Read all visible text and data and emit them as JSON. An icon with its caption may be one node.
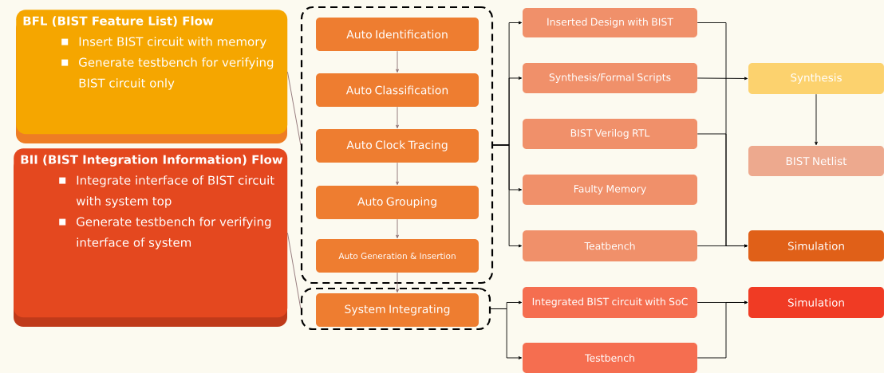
{
  "diagram": {
    "nodes": [
      {
        "text": [
          "BFL (BIST Feature List) Flow",
          "Insert BIST circuit with memory",
          "Generate testbench for verifying BIST circuit only"
        ]
      },
      {
        "text": [
          "BII (BIST Integration Information) Flow",
          "Integrate interface of BIST circuit with system top",
          "Generate testbench for verifying interface of system"
        ]
      },
      {
        "text": [],
        "shape": "box"
      },
      {
        "text": [
          "Auto Identification"
        ],
        "in": 2
      },
      {
        "text": [
          "Auto Classification"
        ],
        "in": 2
      },
      {
        "text": [
          "Auto Clock Tracing"
        ],
        "in": 2
      },
      {
        "text": [
          "Auto Grouping"
        ],
        "in": 2
      },
      {
        "text": [
          "Auto Generation & Insertion"
        ],
        "in": 2
      },
      {
        "text": [],
        "shape": "box"
      },
      {
        "text": [
          "System Integrating"
        ],
        "in": 8
      },
      {
        "text": [
          "Inserted Design with BIST"
        ]
      },
      {
        "text": [
          "Synthesis/Formal Scripts"
        ]
      },
      {
        "text": [
          "BIST Verilog RTL"
        ]
      },
      {
        "text": [
          "Faulty Memory"
        ]
      },
      {
        "text": [
          "Teatbench"
        ]
      },
      {
        "text": [
          "Integrated BIST circuit with SoC"
        ]
      },
      {
        "text": [
          "Testbench"
        ]
      },
      {
        "text": [
          "Synthesis"
        ]
      },
      {
        "text": [
          "BIST Netlist"
        ]
      },
      {
        "text": [
          "Simulation"
        ]
      },
      {
        "text": [
          "Simulation"
        ]
      }
    ],
    "edges": [
      {
        "from": 0,
        "to": 2,
        "arrow": "none",
        "color": "#8c6f73"
      },
      {
        "from": 1,
        "to": 8,
        "arrow": "none",
        "color": "#8c6f73"
      },
      {
        "from": 3,
        "to": 4,
        "arrow": "to",
        "color": "#8c6f73"
      },
      {
        "from": 4,
        "to": 5,
        "arrow": "to",
        "color": "#8c6f73"
      },
      {
        "from": 5,
        "to": 6,
        "arrow": "to",
        "color": "#8c6f73"
      },
      {
        "from": 6,
        "to": 7,
        "arrow": "to",
        "color": "#8c6f73"
      },
      {
        "from": 7,
        "to": 9,
        "arrow": "to",
        "color": "#8c6f73"
      },
      {
        "from": 2,
        "to": 10,
        "arrow": "to"
      },
      {
        "from": 2,
        "to": 11,
        "arrow": "to"
      },
      {
        "from": 2,
        "to": 13,
        "arrow": "to"
      },
      {
        "from": 2,
        "to": 14,
        "arrow": "to"
      },
      {
        "from": 11,
        "to": 17,
        "arrow": "to"
      },
      {
        "from": 17,
        "to": 18,
        "arrow": "to"
      },
      {
        "from": 10,
        "to": 19,
        "arrow": "to"
      },
      {
        "from": 12,
        "to": 19,
        "arrow": "to"
      },
      {
        "from": 14,
        "to": 19,
        "arrow": "to"
      },
      {
        "from": 8,
        "to": 15,
        "arrow": "to"
      },
      {
        "from": 8,
        "to": 16,
        "arrow": "to"
      },
      {
        "from": 15,
        "to": 20,
        "arrow": "to"
      },
      {
        "from": 16,
        "to": 20,
        "arrow": "to"
      }
    ]
  }
}
